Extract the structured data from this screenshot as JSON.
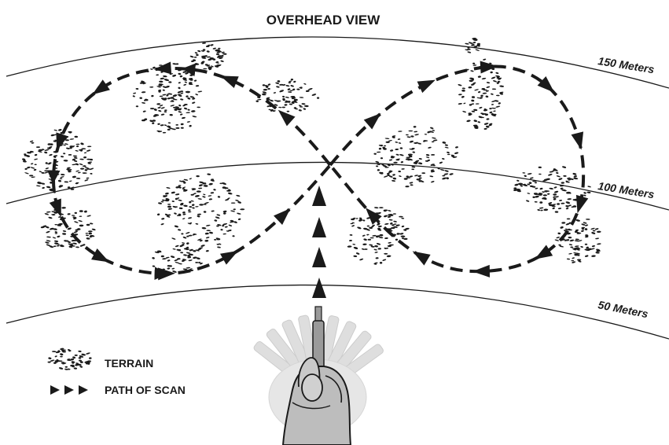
{
  "title": "OVERHEAD VIEW",
  "ranges": [
    {
      "label": "150 Meters"
    },
    {
      "label": "100 Meters"
    },
    {
      "label": "50 Meters"
    }
  ],
  "legend": {
    "terrain_label": "TERRAIN",
    "path_label": "PATH OF SCAN"
  },
  "icons": {
    "terrain": "terrain-speckle-icon",
    "path": "triple-arrow-icon",
    "operator": "hand-held-scanner-icon"
  },
  "colors": {
    "ink": "#1a1a1a",
    "hand_fill": "#bdbdbd",
    "ghost": "#cfcfcf"
  }
}
